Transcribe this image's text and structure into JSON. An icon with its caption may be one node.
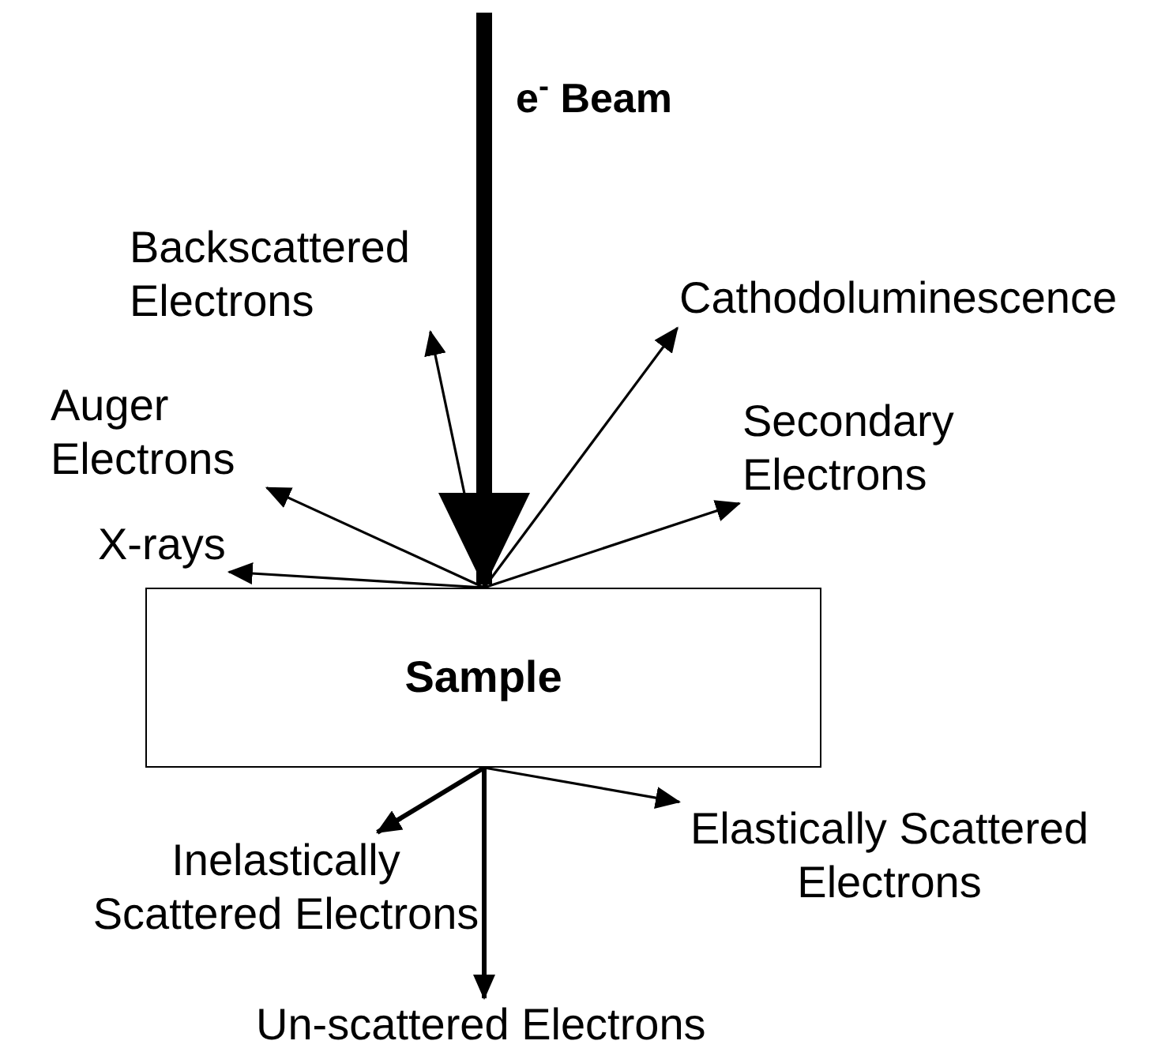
{
  "diagram": {
    "nodes": [
      {
        "text": [
          "Sample"
        ]
      },
      {
        "text": [
          "Backscattered Electrons"
        ]
      },
      {
        "text": [
          "Cathodoluminescence"
        ]
      },
      {
        "text": [
          "Auger Electrons"
        ]
      },
      {
        "text": [
          "Secondary Electrons"
        ]
      },
      {
        "text": [
          "X-rays"
        ]
      },
      {
        "text": [
          "Inelastically Scattered Electrons"
        ]
      },
      {
        "text": [
          "Elastically Scattered Electrons"
        ]
      },
      {
        "text": [
          "Un-scattered Electrons"
        ]
      }
    ],
    "edges": [
      {
        "from": null,
        "to": 0,
        "arrow": "to",
        "style": "thick",
        "label": "e$^{-}$ Beam"
      },
      {
        "from": 0,
        "to": 1,
        "arrow": "to"
      },
      {
        "from": 0,
        "to": 2,
        "arrow": "to"
      },
      {
        "from": 0,
        "to": 3,
        "arrow": "to"
      },
      {
        "from": 0,
        "to": 4,
        "arrow": "to"
      },
      {
        "from": 0,
        "to": 5,
        "arrow": "to"
      },
      {
        "from": 0,
        "to": 6,
        "arrow": "to"
      },
      {
        "from": 0,
        "to": 7,
        "arrow": "to"
      },
      {
        "from": 0,
        "to": 8,
        "arrow": "to"
      }
    ]
  }
}
